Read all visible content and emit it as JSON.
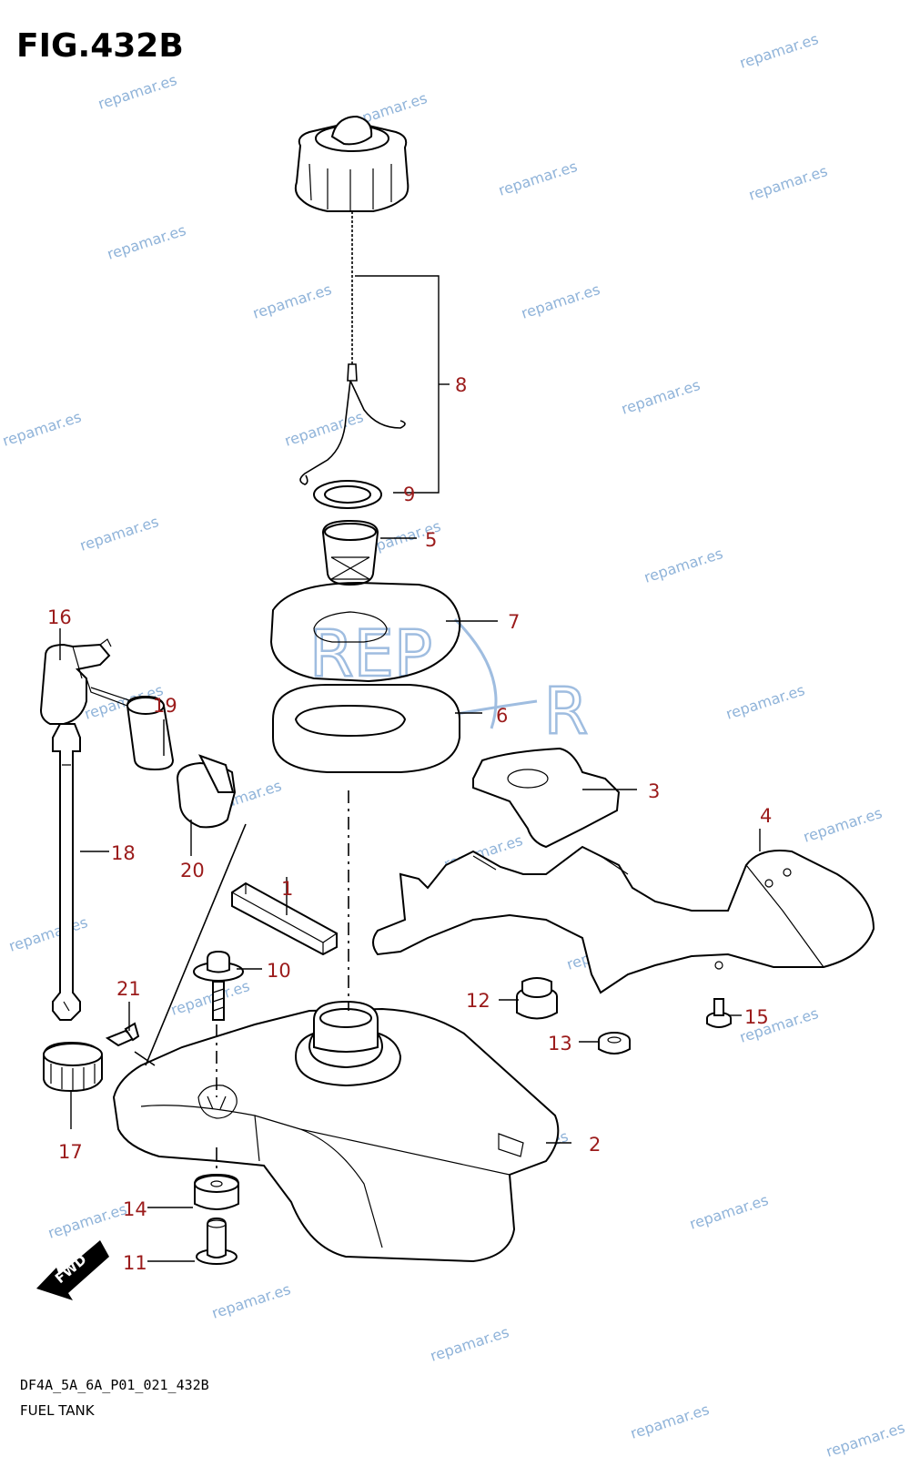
{
  "figure": {
    "title": "FIG.432B",
    "code": "DF4A_5A_6A_P01_021_432B",
    "name": "FUEL TANK"
  },
  "watermark": {
    "text": "repamar.es",
    "color": "#8fb3d9"
  },
  "logo": {
    "text_top": "REP",
    "text_bottom": "M R",
    "color": "#9fbde0"
  },
  "fwd_badge": {
    "text": "FWD"
  },
  "label_color": "#9b1b1b",
  "parts": [
    {
      "number": "1"
    },
    {
      "number": "2"
    },
    {
      "number": "3"
    },
    {
      "number": "4"
    },
    {
      "number": "5"
    },
    {
      "number": "6"
    },
    {
      "number": "7"
    },
    {
      "number": "8"
    },
    {
      "number": "9"
    },
    {
      "number": "10"
    },
    {
      "number": "11"
    },
    {
      "number": "12"
    },
    {
      "number": "13"
    },
    {
      "number": "14"
    },
    {
      "number": "15"
    },
    {
      "number": "16"
    },
    {
      "number": "17"
    },
    {
      "number": "18"
    },
    {
      "number": "19"
    },
    {
      "number": "20"
    },
    {
      "number": "21"
    }
  ]
}
